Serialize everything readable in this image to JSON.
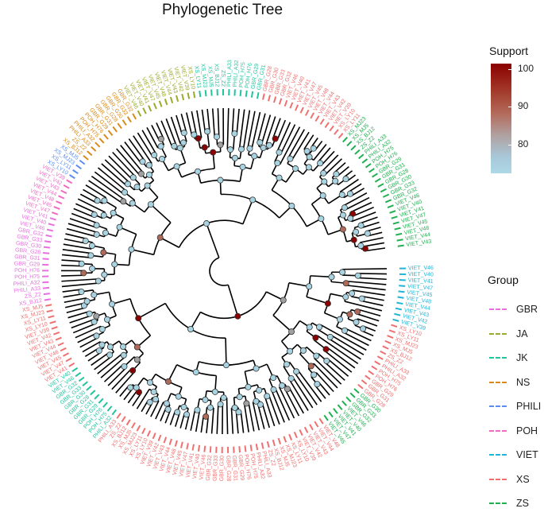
{
  "title": "Phylogenetic Tree",
  "support_legend": {
    "title": "Support",
    "ticks": [
      "100",
      "90",
      "80"
    ],
    "tick_values": [
      100,
      90,
      80
    ],
    "range": [
      71,
      100
    ],
    "color_low": "#add8e6",
    "color_high": "#8b0000"
  },
  "group_legend": {
    "title": "Group",
    "items": [
      {
        "label": "GBR",
        "color": "#e86fe0"
      },
      {
        "label": "JA",
        "color": "#9aaa2a"
      },
      {
        "label": "JK",
        "color": "#22c49e"
      },
      {
        "label": "NS",
        "color": "#d98a1a"
      },
      {
        "label": "PHILI",
        "color": "#5b8ef0"
      },
      {
        "label": "POH",
        "color": "#f06ac4"
      },
      {
        "label": "VIET",
        "color": "#1fb5d6"
      },
      {
        "label": "XS",
        "color": "#f07070"
      },
      {
        "label": "ZS",
        "color": "#20b050"
      }
    ]
  },
  "tip_label_samples": [
    "VIET_V46",
    "VIET_V40",
    "VIET_V41",
    "VIET_V47",
    "VIET_V45",
    "VIET_V48",
    "VIET_V44",
    "VIET_V43",
    "VIET_V42",
    "VIET_V39",
    "XS_LY10",
    "XS_LY11",
    "XS_MJ23",
    "XS_MJ5",
    "XS_BJ12",
    "ZS_Z2",
    "PHILI_A33",
    "PHILI_A32",
    "POH_H75",
    "POH_H76",
    "GBR_G29",
    "GBR_G31",
    "GBR_G28",
    "GBR_G30",
    "GBR_G33",
    "GBR_G32"
  ]
}
